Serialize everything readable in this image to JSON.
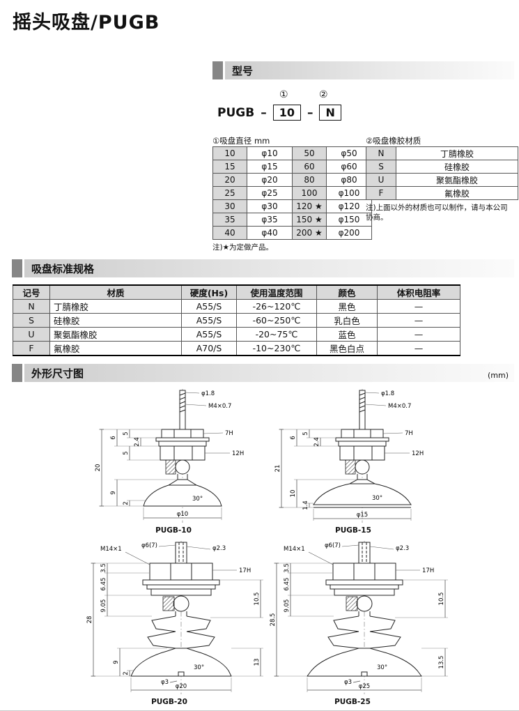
{
  "page": {
    "title": "摇头吸盘/PUGB"
  },
  "model": {
    "heading": "型号",
    "prefix": "PUGB",
    "dash": "–",
    "marker1": "①",
    "marker2": "②",
    "code1": "10",
    "code2": "N"
  },
  "diameter_table": {
    "title": "①吸盘直径 mm",
    "rows": [
      [
        "10",
        "φ10",
        "50",
        "φ50"
      ],
      [
        "15",
        "φ15",
        "60",
        "φ60"
      ],
      [
        "20",
        "φ20",
        "80",
        "φ80"
      ],
      [
        "25",
        "φ25",
        "100",
        "φ100"
      ],
      [
        "30",
        "φ30",
        "120 ★",
        "φ120"
      ],
      [
        "35",
        "φ35",
        "150 ★",
        "φ150"
      ],
      [
        "40",
        "φ40",
        "200 ★",
        "φ200"
      ]
    ],
    "note": "注)★为定做产品。"
  },
  "material_table": {
    "title": "②吸盘橡胶材质",
    "rows": [
      [
        "N",
        "丁腈橡胶"
      ],
      [
        "S",
        "硅橡胶"
      ],
      [
        "U",
        "聚氨酯橡胶"
      ],
      [
        "F",
        "氟橡胶"
      ]
    ],
    "note": "注)上面以外的材质也可以制作，请与本公司协商。"
  },
  "spec": {
    "heading": "吸盘标准规格",
    "headers": [
      "记号",
      "材质",
      "硬度(Hs)",
      "使用温度范围",
      "颜色",
      "体积电阻率"
    ],
    "rows": [
      [
        "N",
        "丁腈橡胶",
        "A55/S",
        "-26~120℃",
        "黑色",
        "—"
      ],
      [
        "S",
        "硅橡胶",
        "A55/S",
        "-60~250℃",
        "乳白色",
        "—"
      ],
      [
        "U",
        "聚氨酯橡胶",
        "A55/S",
        "-20~75℃",
        "蓝色",
        "—"
      ],
      [
        "F",
        "氟橡胶",
        "A70/S",
        "-10~230℃",
        "黑色白点",
        "—"
      ]
    ]
  },
  "dims": {
    "heading": "外形尺寸图",
    "unit": "(mm)",
    "pugb10": {
      "caption": "PUGB-10",
      "stem_dia": "φ1.8",
      "thread": "M4×0.7",
      "hex_small": "7H",
      "hex_large": "12H",
      "angle": "30°",
      "cup_dia": "φ10",
      "d_overall": "20",
      "d1": "6",
      "d2": "5",
      "d3": "2.4",
      "d4": "5",
      "d5": "9",
      "d6": "2"
    },
    "pugb15": {
      "caption": "PUGB-15",
      "stem_dia": "φ1.8",
      "thread": "M4×0.7",
      "hex_small": "7H",
      "hex_large": "12H",
      "angle": "30°",
      "cup_dia": "φ15",
      "d_overall": "21",
      "d1": "6",
      "d2": "5",
      "d3": "2.4",
      "d4": "10",
      "d5": "1.4"
    },
    "pugb20": {
      "caption": "PUGB-20",
      "thread": "M14×1",
      "port_dia": "φ6(7)",
      "stem_dia": "φ2.3",
      "hex": "17H",
      "angle": "30°",
      "orifice_dia": "φ3",
      "cup_dia": "φ20",
      "d_overall": "28",
      "d1": "3.5",
      "d2": "6.45",
      "d3": "9.05",
      "d4": "9",
      "d5": "2",
      "r1": "10.5",
      "r2": "13"
    },
    "pugb25": {
      "caption": "PUGB-25",
      "thread": "M14×1",
      "port_dia": "φ6(7)",
      "stem_dia": "φ2.3",
      "hex": "17H",
      "angle": "30°",
      "orifice_dia": "φ3",
      "cup_dia": "φ25",
      "d_overall": "28.5",
      "d1": "3.5",
      "d2": "6.45",
      "d3": "9.05",
      "r1": "10.5",
      "r2": "13.5"
    }
  }
}
